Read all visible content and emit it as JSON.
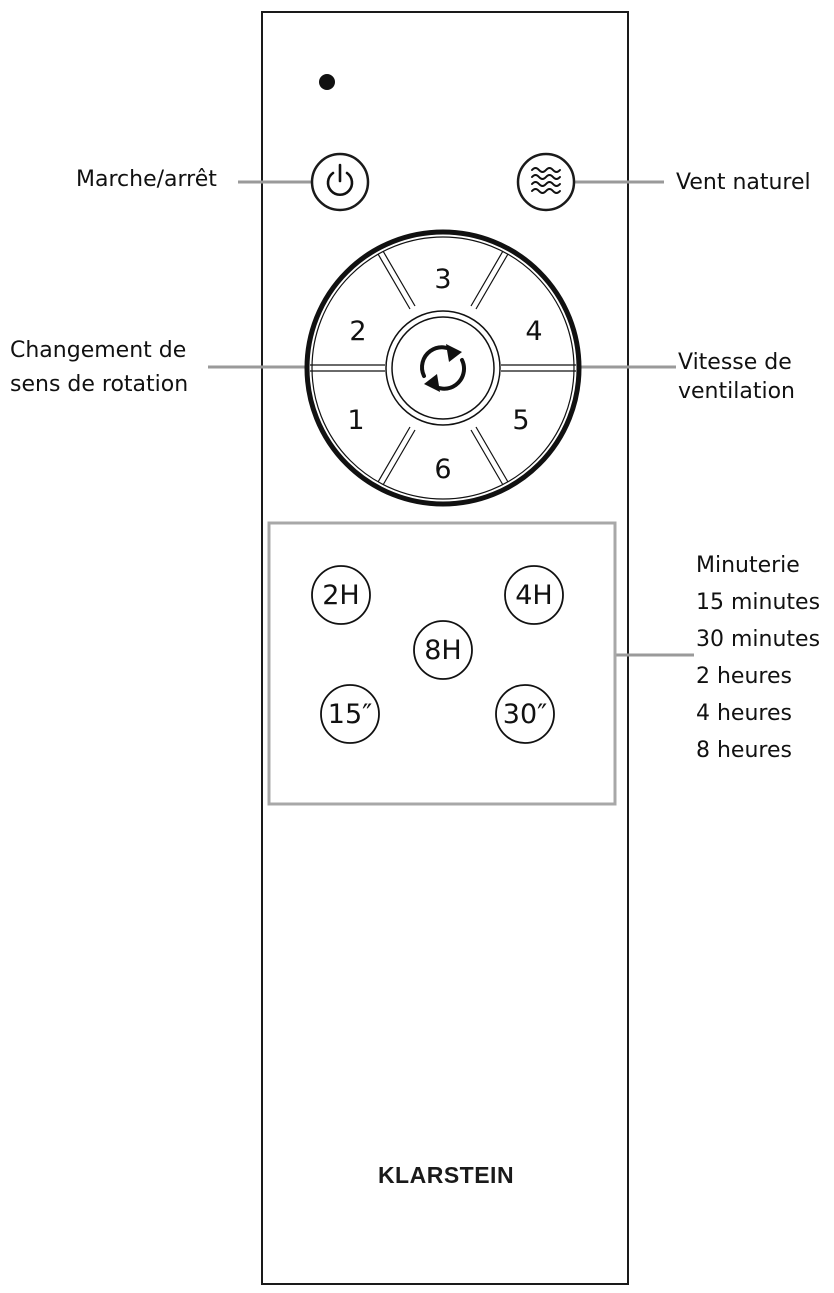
{
  "labels": {
    "power": "Marche/arrêt",
    "natural_wind": "Vent naturel",
    "rotation_line1": "Changement de",
    "rotation_line2": "sens de rotation",
    "speed_line1": "Vitesse de",
    "speed_line2": "ventilation",
    "timer_lines": [
      "Minuterie",
      "15 minutes",
      "30 minutes",
      "2 heures",
      "4 heures",
      "8 heures"
    ]
  },
  "speed_buttons": [
    "1",
    "2",
    "3",
    "4",
    "5",
    "6"
  ],
  "timer_buttons": {
    "two_h": "2H",
    "four_h": "4H",
    "eight_h": "8H",
    "fifteen": "15″",
    "thirty": "30″"
  },
  "icons": {
    "power": "power-icon",
    "natural_wind": "wind-waves-icon",
    "rotation": "rotate-arrows-icon"
  },
  "brand": "KLARSTEIN",
  "colors": {
    "outline": "#1a1a1a",
    "leader_line": "#9a9a9a",
    "timer_frame": "#a8a8a8"
  }
}
